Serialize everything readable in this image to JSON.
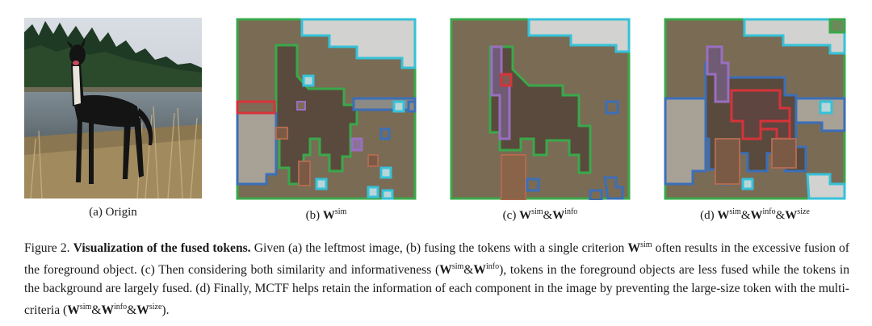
{
  "panels": [
    {
      "id": "a",
      "caption": "(a) Origin"
    },
    {
      "id": "b",
      "caption_prefix": "(b)",
      "criteria": [
        {
          "base": "W",
          "sup": "sim"
        }
      ]
    },
    {
      "id": "c",
      "caption_prefix": "(c)",
      "criteria": [
        {
          "base": "W",
          "sup": "sim"
        },
        {
          "base": "W",
          "sup": "info"
        }
      ]
    },
    {
      "id": "d",
      "caption_prefix": "(d)",
      "criteria": [
        {
          "base": "W",
          "sup": "sim"
        },
        {
          "base": "W",
          "sup": "info"
        },
        {
          "base": "W",
          "sup": "size"
        }
      ]
    }
  ],
  "joiner": "&",
  "figure_caption": {
    "label": "Figure 2.",
    "title": "Visualization of the fused tokens.",
    "part1": "Given (a) the leftmost image, (b) fusing the tokens with a single criterion",
    "part2": "often results in the excessive fusion of the foreground object. (c) Then considering both similarity and informativeness (",
    "part3": "), tokens in the foreground objects are less fused while the tokens in the background are largely fused. (d) Finally, MCTF helps retain the information of each component in the image by preventing the large-size token with the multi-criteria (",
    "part4": ").",
    "W": "W",
    "amp": "&",
    "sim": "sim",
    "info": "info",
    "size": "size"
  },
  "colors": {
    "background_token": "#7a6b55",
    "dog_token": "#594a3d",
    "green": "#3aa84a",
    "cyan": "#35c2d8",
    "blue": "#3b6fb8",
    "purple": "#9a6fc0",
    "red": "#d7333a",
    "sky_token": "#d2d2d0"
  }
}
